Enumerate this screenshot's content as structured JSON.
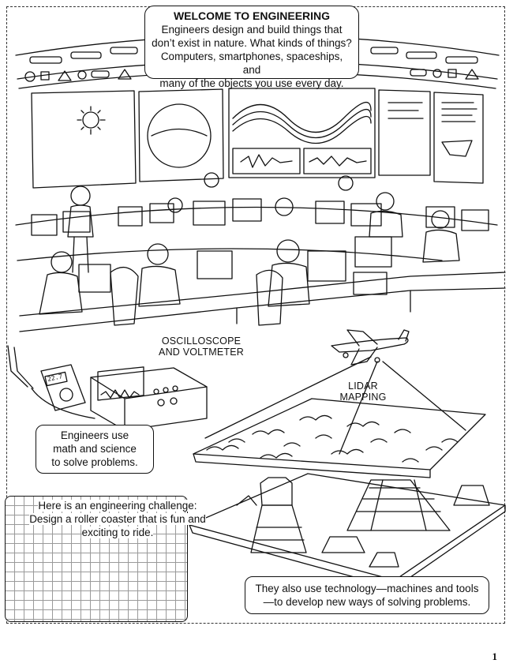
{
  "welcome": {
    "title": "WELCOME TO ENGINEERING",
    "line1": "Engineers design and build things that",
    "line2": "don’t exist in nature. What kinds of things?",
    "line3": "Computers, smartphones, spaceships, and",
    "line4": "many of the objects you use every day."
  },
  "labels": {
    "oscilloscope_line1": "OSCILLOSCOPE",
    "oscilloscope_line2": "AND VOLTMETER",
    "lidar_line1": "LIDAR",
    "lidar_line2": "MAPPING"
  },
  "engineers_note": {
    "line1": "Engineers use",
    "line2": "math and science",
    "line3": "to solve problems."
  },
  "challenge": {
    "line1": "Here is an engineering challenge:",
    "line2": "Design a roller coaster that is fun and",
    "line3": "exciting to ride."
  },
  "technology_note": {
    "line1": "They also use technology—machines and tools",
    "line2": "—to develop new ways of solving problems."
  },
  "meter_display": "22.7",
  "page_number": "1"
}
